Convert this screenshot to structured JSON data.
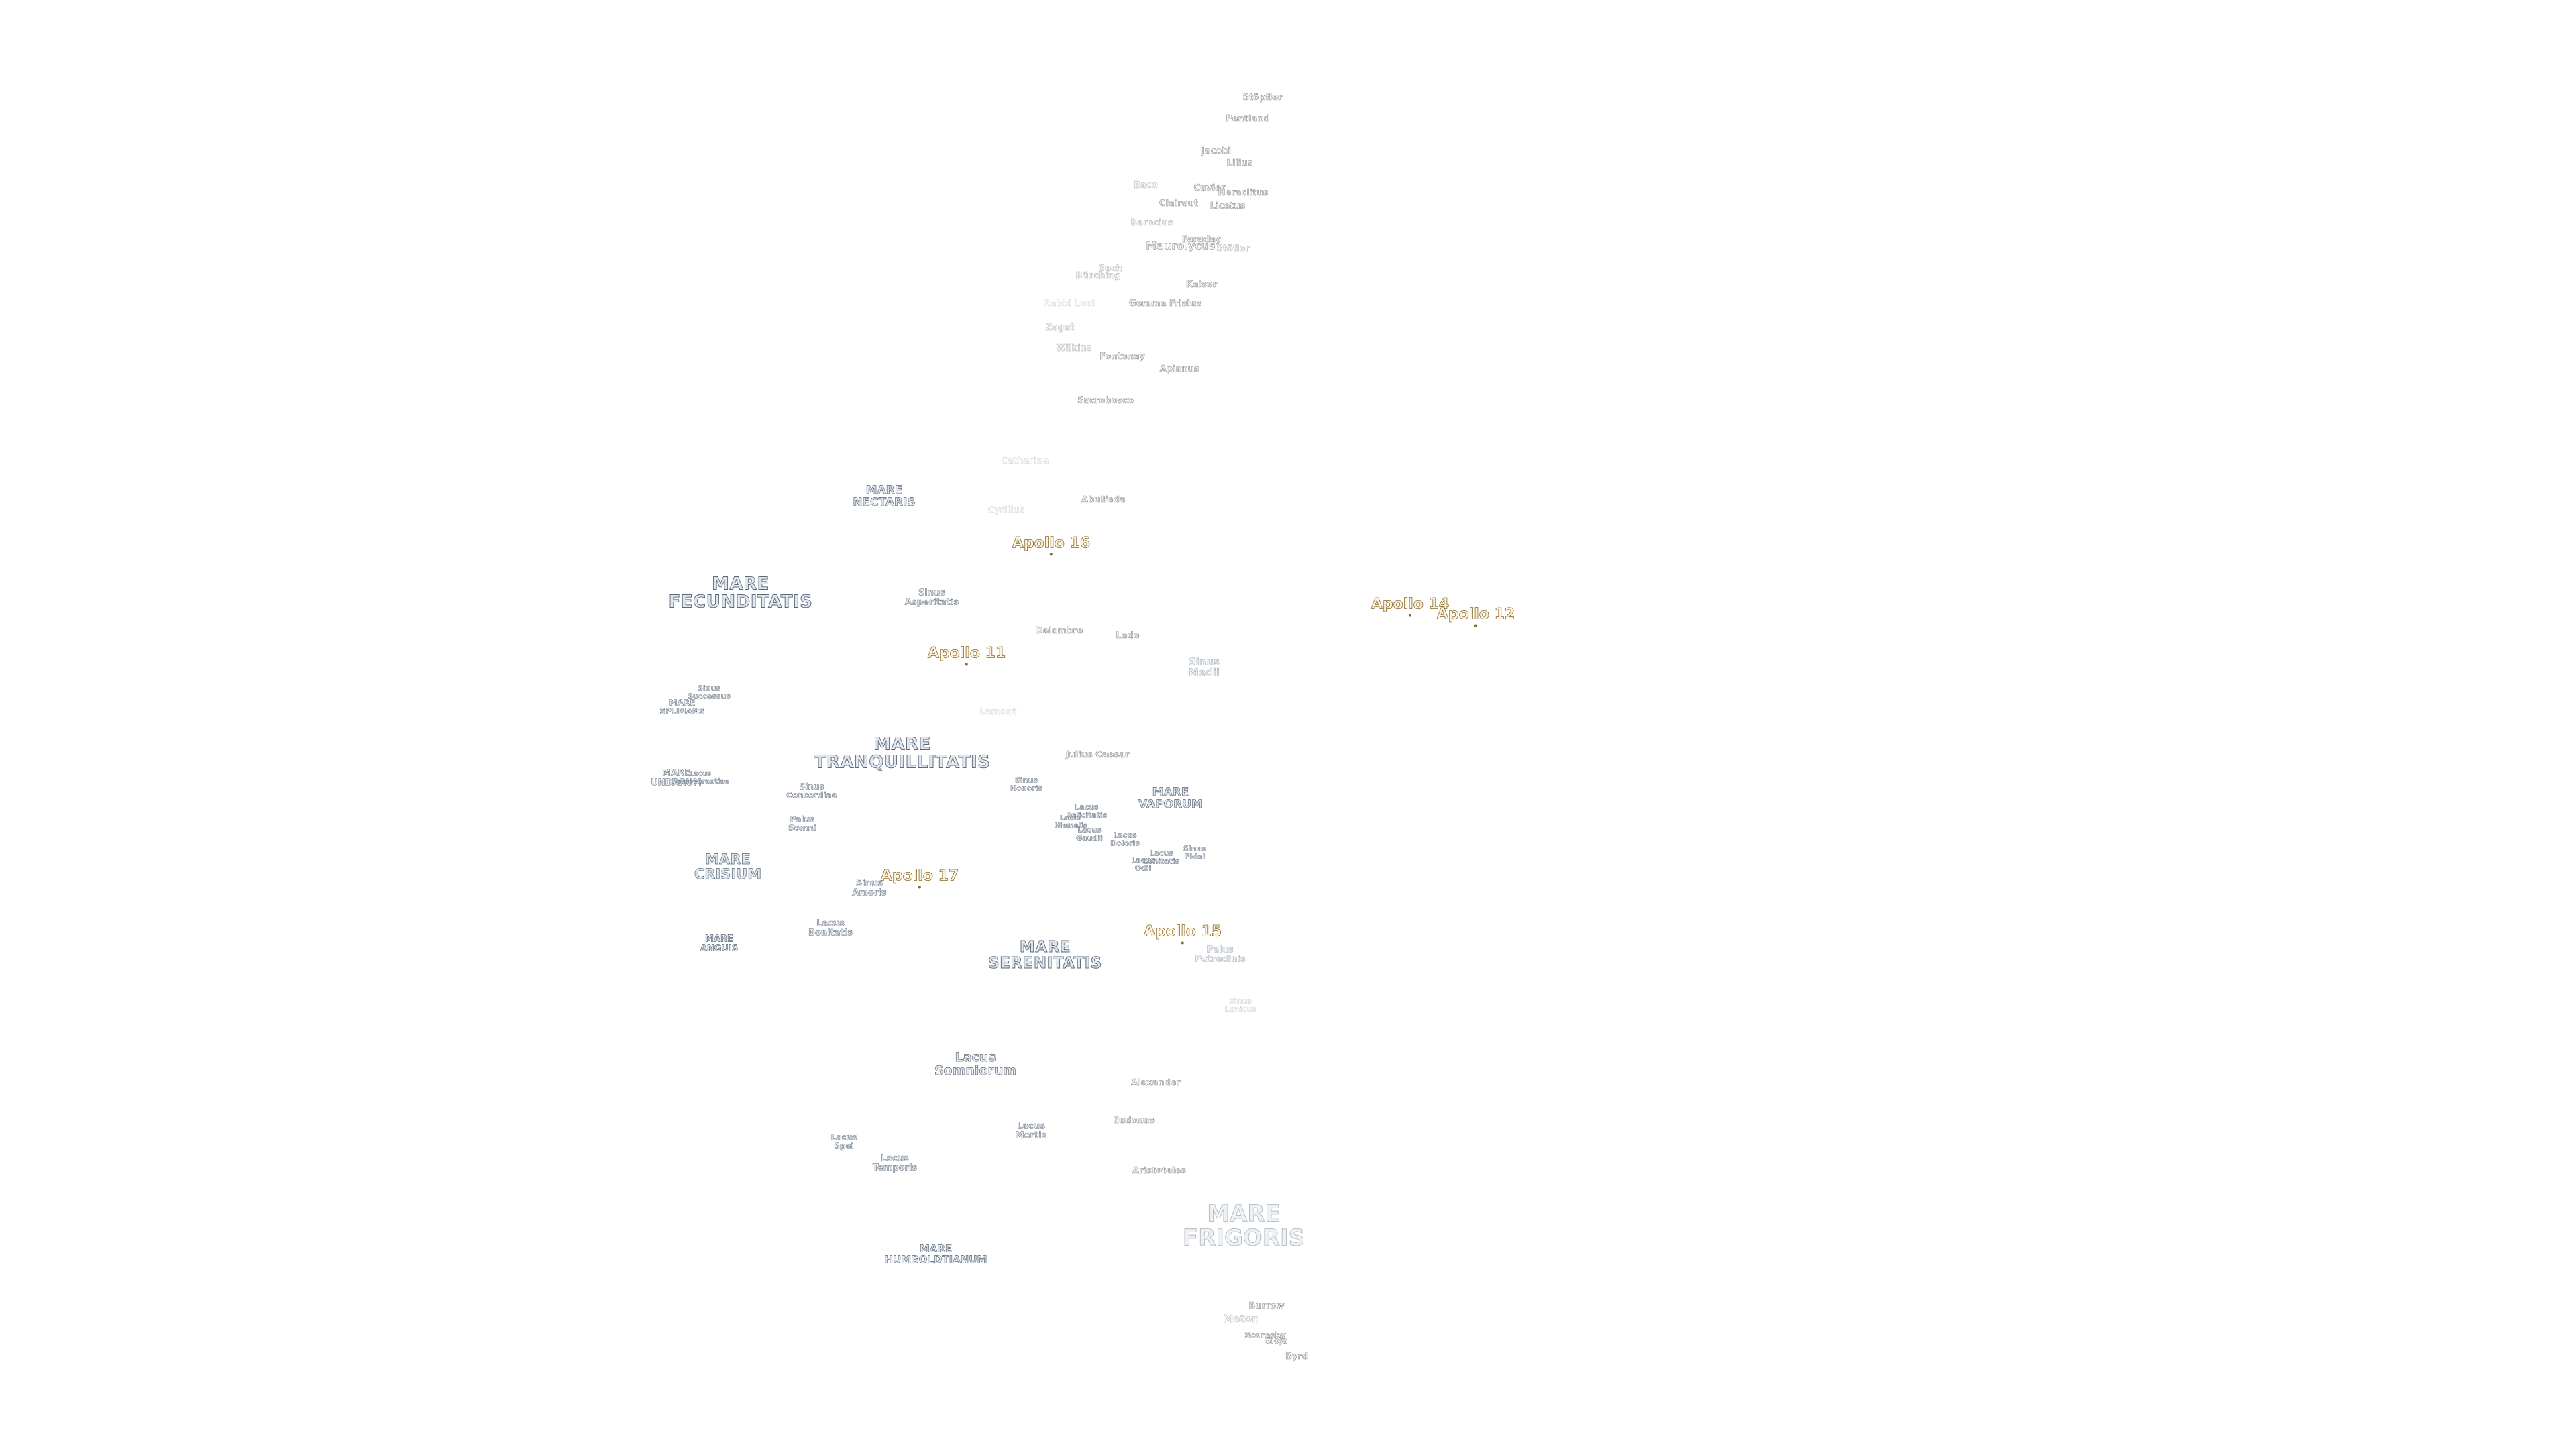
{
  "map": {
    "apollo_sites": [
      {
        "id": "apollo-16",
        "text": "Apollo 16"
      },
      {
        "id": "apollo-11",
        "text": "Apollo 11"
      },
      {
        "id": "apollo-14",
        "text": "Apollo 14"
      },
      {
        "id": "apollo-12",
        "text": "Apollo 12"
      },
      {
        "id": "apollo-17",
        "text": "Apollo 17"
      },
      {
        "id": "apollo-15",
        "text": "Apollo 15"
      }
    ],
    "maria": {
      "nectaris": "MARE\nNECTARIS",
      "fecunditatis": "MARE\nFECUNDITATIS",
      "tranquillitatis": "MARE\nTRANQUILLITATIS",
      "vaporum": "MARE\nVAPORUM",
      "crisium": "MARE\nCRISIUM",
      "anguis": "MARE\nANGUIS",
      "serenitatis": "MARE\nSERENITATIS",
      "humboldtianum": "MARE\nHUMBOLDTIANUM",
      "frigoris": "MARE\nFRIGORIS",
      "spumans": "MARE\nSPUMANS",
      "undarum": "MARE\nUNDARUM"
    },
    "lakes_bays": {
      "sinus_asperitatis": "Sinus\nAsperitatis",
      "sinus_medii": "Sinus\nMedii",
      "sinus_successus": "Sinus\nSuccessus",
      "sinus_concordiae": "Sinus\nConcordiae",
      "sinus_honoris": "Sinus\nHonoris",
      "palus_somni": "Palus\nSomni",
      "sinus_amoris": "Sinus\nAmoris",
      "lacus_bonitatis": "Lacus\nBonitatis",
      "lacus_somniorum": "Lacus\nSomniorum",
      "lacus_spei": "Lacus\nSpei",
      "lacus_temporis": "Lacus\nTemporis",
      "lacus_mortis": "Lacus\nMortis",
      "palus_putredinis": "Palus\nPutredinis",
      "sinus_fidei": "Sinus\nFidei",
      "sinus_lunicus": "Sinus\nLunicus",
      "lacus_doloris": "Lacus\nDoloris",
      "lacus_gaudii": "Lacus\nGaudii",
      "lacus_odii": "Lacus\nOdii",
      "lacus_lenitatis": "Lacus\nLenitatis",
      "lacus_hiemalis": "Lacus\nHiemalis",
      "lacus_felicitatis": "Lacus\nFelicitatis",
      "lacus_perseverantiae": "Lacus\nPerseverantiae"
    },
    "craters": {
      "stoepfler": "Stöpfler",
      "pentland": "Pentland",
      "jacobi": "Jacobi",
      "lilius": "Lilius",
      "baco": "Baco",
      "cuvier": "Cuvier",
      "heraclitus": "Heraclitus",
      "clairaut": "Clairaut",
      "licetus": "Licetus",
      "barocius": "Barocius",
      "maurolycus": "Maurolycus",
      "faraday": "Faraday",
      "stoefler": "Stöfler",
      "buch": "Buch",
      "buesching": "Büsching",
      "kaiser": "Kaiser",
      "rabbi_levi": "Rabbi Levi",
      "gemma_frisius": "Gemma Frisius",
      "zagut": "Zagut",
      "wilkins": "Wilkins",
      "fontenay": "Fontenay",
      "apianus": "Apianus",
      "sacrobosco": "Sacrobosco",
      "catharina": "Catharina",
      "abulfeda": "Abulfeda",
      "cyrillus": "Cyrillus",
      "delambre": "Delambre",
      "lade": "Lade",
      "lamont": "Lamont",
      "julius_caesar": "Julius Caesar",
      "alexander": "Alexander",
      "eudoxus": "Eudoxus",
      "aristoteles": "Aristoteles",
      "burrow": "Burrow",
      "meton": "Meton",
      "scoresby": "Scoresby",
      "gioja": "Gioja",
      "byrd": "Byrd"
    }
  }
}
